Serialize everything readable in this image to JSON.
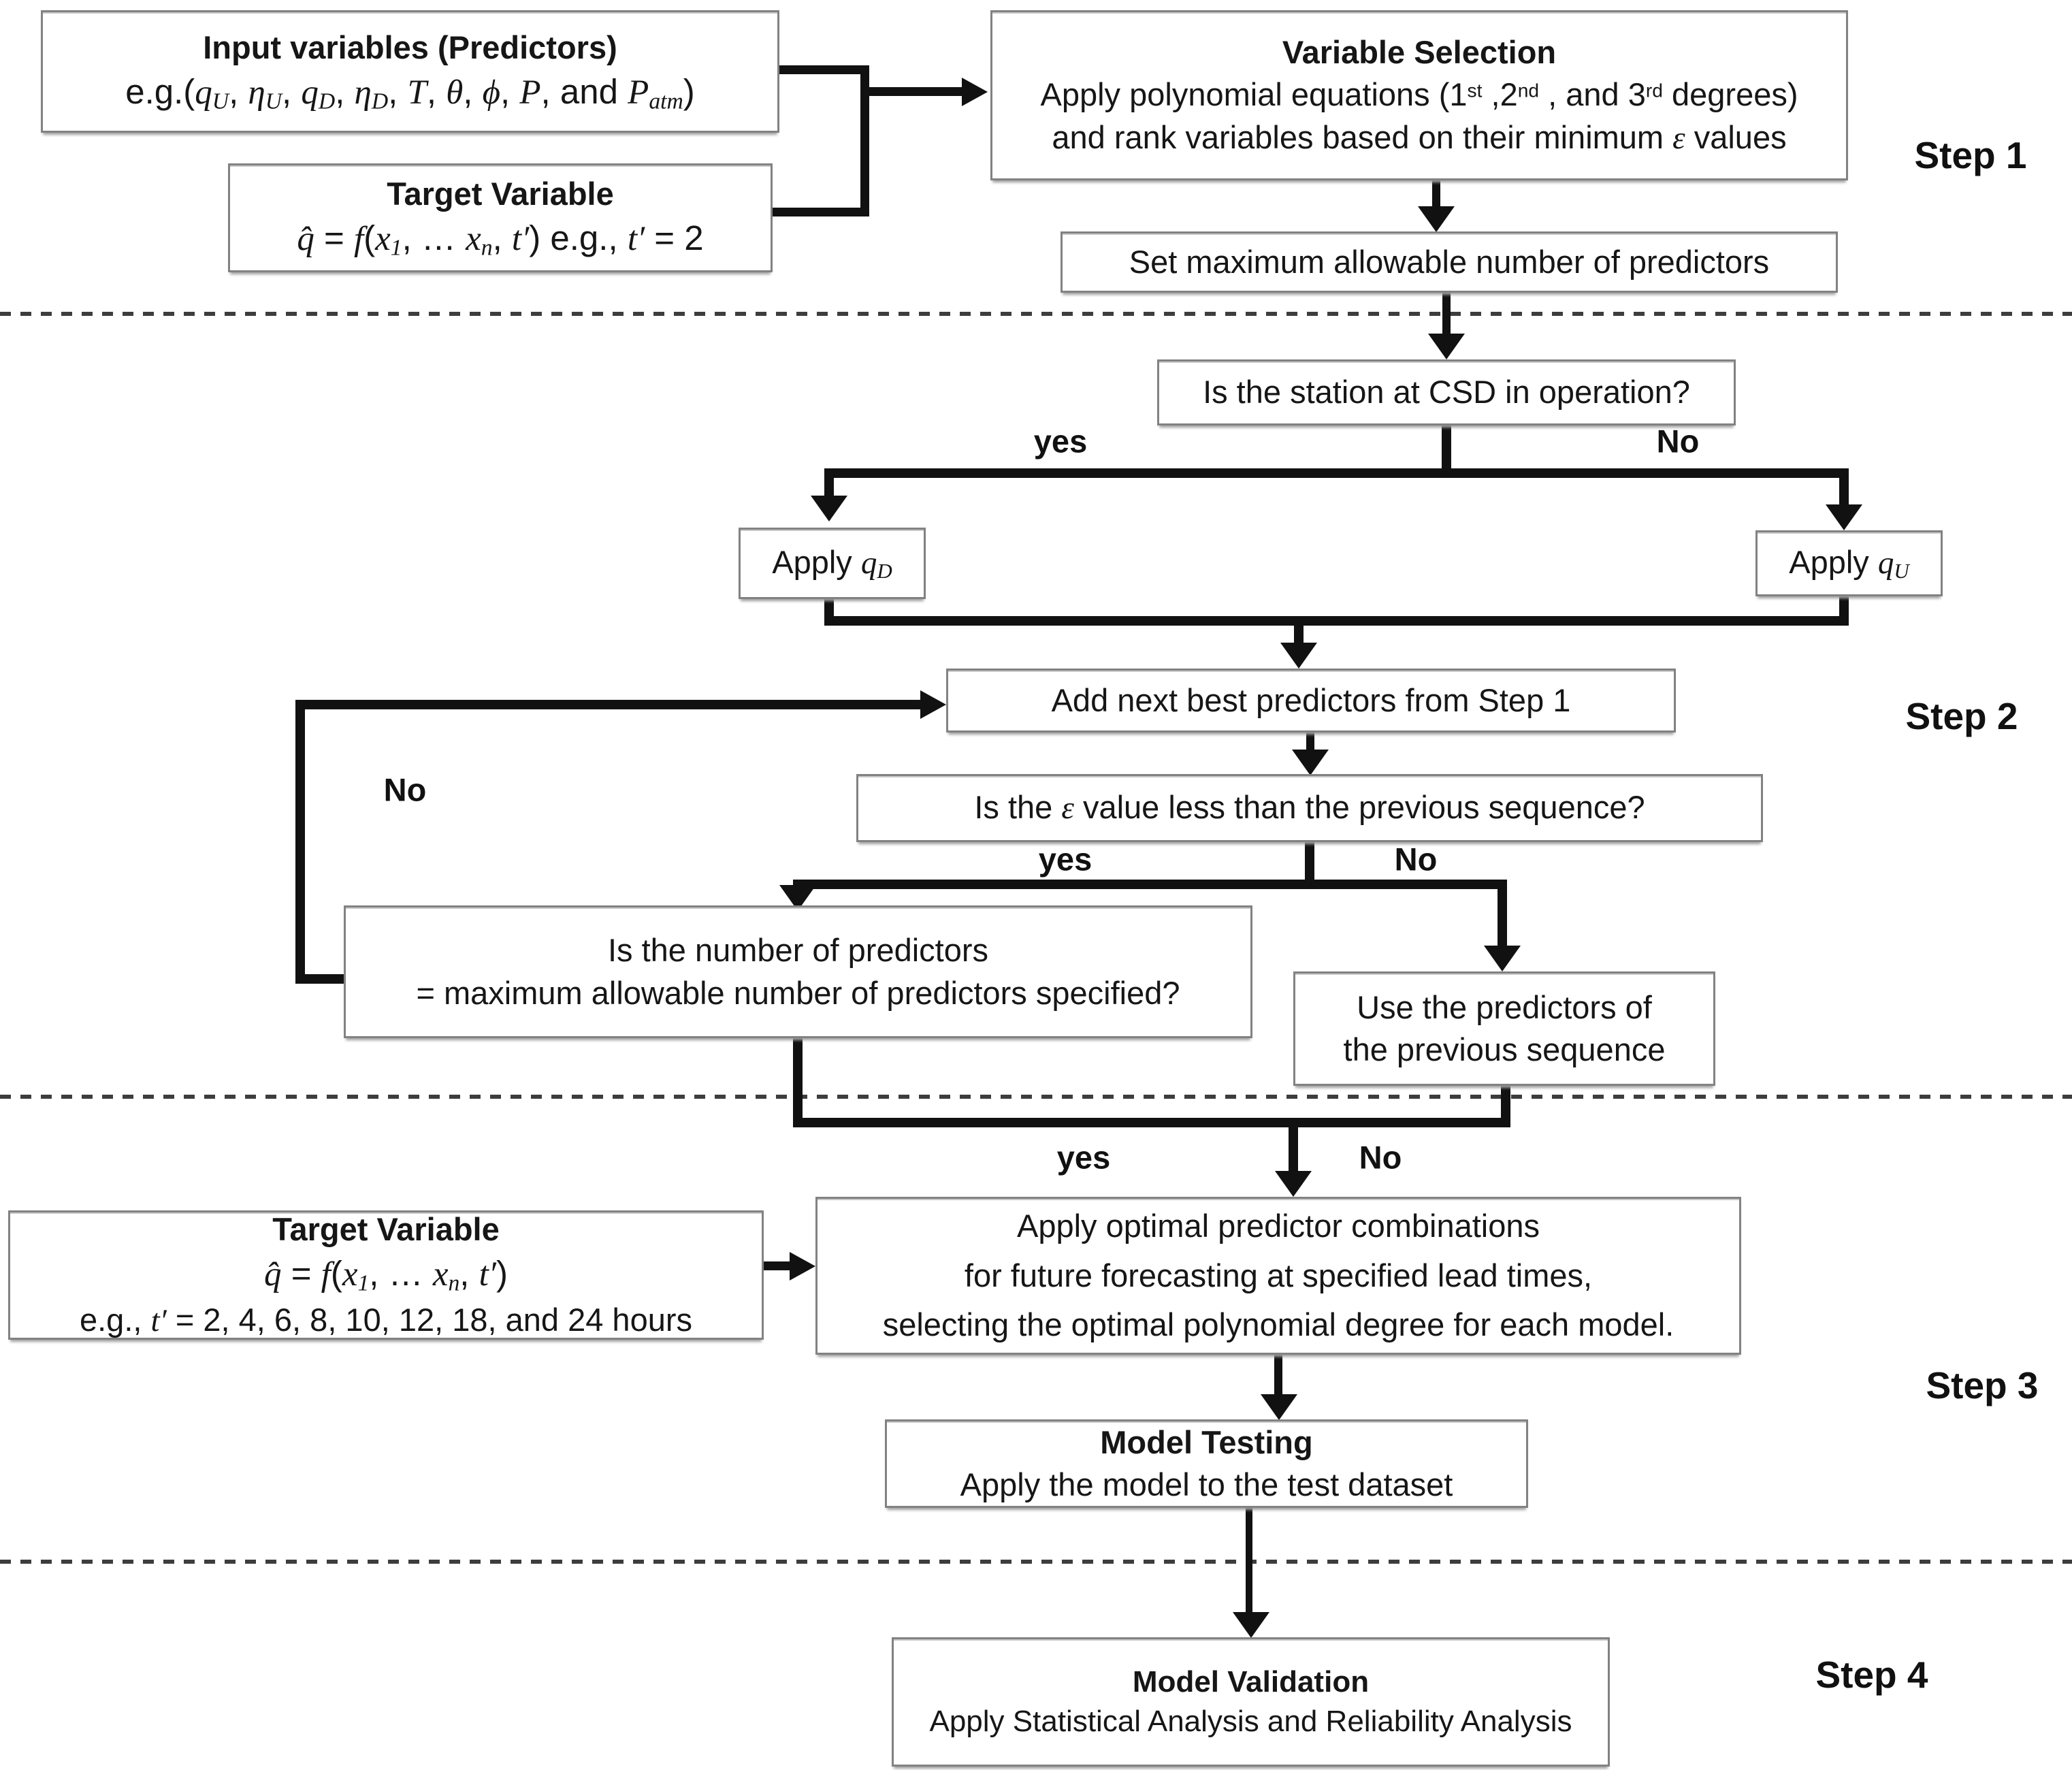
{
  "diagram": {
    "boxes": {
      "input_variables": {
        "title": "Input variables (Predictors)",
        "formula": [
          [
            "p",
            "e.g.("
          ],
          [
            "i",
            "q"
          ],
          [
            "sub",
            "U"
          ],
          [
            "p",
            ", "
          ],
          [
            "i",
            "η"
          ],
          [
            "sub",
            "U"
          ],
          [
            "p",
            ", "
          ],
          [
            "i",
            "q"
          ],
          [
            "sub",
            "D"
          ],
          [
            "p",
            ", "
          ],
          [
            "i",
            "η"
          ],
          [
            "sub",
            "D"
          ],
          [
            "p",
            ", "
          ],
          [
            "i",
            "T"
          ],
          [
            "p",
            ", "
          ],
          [
            "i",
            "θ"
          ],
          [
            "p",
            ", "
          ],
          [
            "i",
            "ϕ"
          ],
          [
            "p",
            ", "
          ],
          [
            "i",
            "P"
          ],
          [
            "p",
            ", and "
          ],
          [
            "i",
            "P"
          ],
          [
            "sub",
            "atm"
          ],
          [
            "p",
            ")"
          ]
        ]
      },
      "target_variable_top": {
        "title": "Target Variable",
        "formula": [
          [
            "i",
            "q̂"
          ],
          [
            "p",
            " = "
          ],
          [
            "i",
            "f"
          ],
          [
            "p",
            "("
          ],
          [
            "i",
            "x"
          ],
          [
            "sub",
            "1"
          ],
          [
            "p",
            ", … "
          ],
          [
            "i",
            "x"
          ],
          [
            "sub",
            "n"
          ],
          [
            "p",
            ", "
          ],
          [
            "i",
            "t′"
          ],
          [
            "p",
            ") e.g., "
          ],
          [
            "i",
            "t′"
          ],
          [
            "p",
            " = 2"
          ]
        ]
      },
      "variable_selection": {
        "title": "Variable Selection",
        "line2": [
          [
            "p",
            "Apply polynomial equations (1"
          ],
          [
            "sup",
            "st"
          ],
          [
            "p",
            " ,2"
          ],
          [
            "sup",
            "nd"
          ],
          [
            "p",
            " , and 3"
          ],
          [
            "sup",
            "rd"
          ],
          [
            "p",
            " degrees)"
          ]
        ],
        "line3": [
          [
            "p",
            "and rank variables based on their minimum "
          ],
          [
            "i",
            "ε"
          ],
          [
            "p",
            " values"
          ]
        ]
      },
      "set_max_predictors": {
        "text": "Set maximum allowable number of predictors"
      },
      "station_question": {
        "text": "Is the station at CSD in operation?"
      },
      "apply_qd": {
        "formula": [
          [
            "p",
            "Apply "
          ],
          [
            "i",
            "q"
          ],
          [
            "sub",
            "D"
          ]
        ]
      },
      "apply_qu": {
        "formula": [
          [
            "p",
            "Apply "
          ],
          [
            "i",
            "q"
          ],
          [
            "sub",
            "U"
          ]
        ]
      },
      "add_next_best": {
        "text": "Add next best predictors from Step 1"
      },
      "epsilon_question": {
        "formula": [
          [
            "p",
            "Is the "
          ],
          [
            "i",
            "ε"
          ],
          [
            "p",
            " value less than the previous sequence?"
          ]
        ]
      },
      "num_predictors_question": {
        "line1": "Is the number of predictors",
        "line2": "= maximum allowable number of predictors specified?"
      },
      "use_previous_predictors": {
        "line1": "Use the predictors of",
        "line2": "the previous sequence"
      },
      "target_variable_step3": {
        "title": "Target Variable",
        "formula": [
          [
            "i",
            "q̂"
          ],
          [
            "p",
            " = "
          ],
          [
            "i",
            "f"
          ],
          [
            "p",
            "("
          ],
          [
            "i",
            "x"
          ],
          [
            "sub",
            "1"
          ],
          [
            "p",
            ", … "
          ],
          [
            "i",
            "x"
          ],
          [
            "sub",
            "n"
          ],
          [
            "p",
            ", "
          ],
          [
            "i",
            "t′"
          ],
          [
            "p",
            ")"
          ]
        ],
        "examples": [
          [
            "p",
            "e.g., "
          ],
          [
            "i",
            "t′"
          ],
          [
            "p",
            " = 2, 4, 6, 8, 10, 12, 18, and 24 hours"
          ]
        ]
      },
      "apply_optimal_combinations": {
        "line1": "Apply optimal predictor combinations",
        "line2": "for future forecasting at specified lead times,",
        "line3": "selecting the optimal polynomial degree for each model."
      },
      "model_testing": {
        "title": "Model Testing",
        "subtitle": "Apply the model to the test dataset"
      },
      "model_validation": {
        "title": "Model Validation",
        "subtitle": "Apply Statistical Analysis and Reliability Analysis"
      }
    },
    "step_labels": {
      "step1": "Step 1",
      "step2": "Step 2",
      "step3": "Step 3",
      "step4": "Step 4"
    },
    "branch_labels": {
      "station_yes": "yes",
      "station_no": "No",
      "epsilon_yes": "yes",
      "epsilon_no": "No",
      "loop_no": "No",
      "final_yes": "yes",
      "final_no": "No"
    },
    "colors": {
      "connector": "#111111",
      "box_border": "#828282",
      "text": "#161616",
      "dashed": "#3d3d3d"
    }
  }
}
